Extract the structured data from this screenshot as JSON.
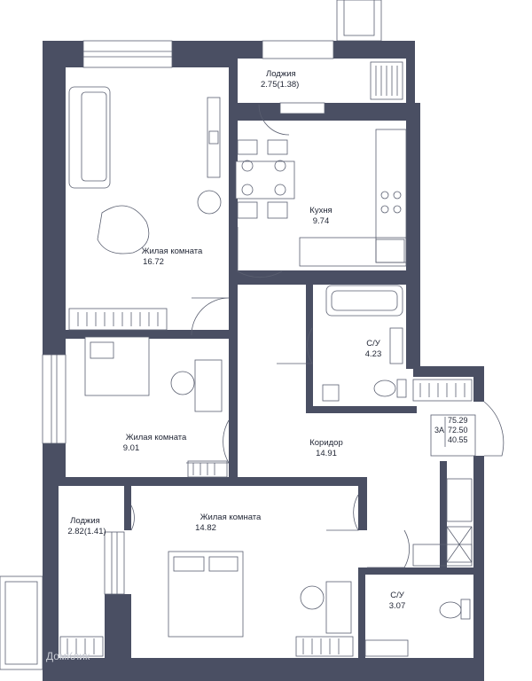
{
  "rooms": {
    "loggia_top": {
      "name": "Лоджия",
      "area": "2.75(1.38)"
    },
    "living_1": {
      "name": "Жилая комната",
      "area": "16.72"
    },
    "kitchen": {
      "name": "Кухня",
      "area": "9.74"
    },
    "bathroom_1": {
      "name": "С/У",
      "area": "4.23"
    },
    "living_2": {
      "name": "Жилая комната",
      "area": "9.01"
    },
    "corridor": {
      "name": "Коридор",
      "area": "14.91"
    },
    "loggia_left": {
      "name": "Лоджия",
      "area": "2.82(1.41)"
    },
    "living_3": {
      "name": "Жилая комната",
      "area": "14.82"
    },
    "bathroom_2": {
      "name": "С/У",
      "area": "3.07"
    }
  },
  "summary": {
    "type": "3А",
    "total": "75.29",
    "living": "72.50",
    "rooms": "40.55"
  },
  "watermark": "ДомКлик",
  "colors": {
    "wall": "#4a4f63",
    "furniture": "#5a5f70",
    "background": "#ffffff"
  }
}
